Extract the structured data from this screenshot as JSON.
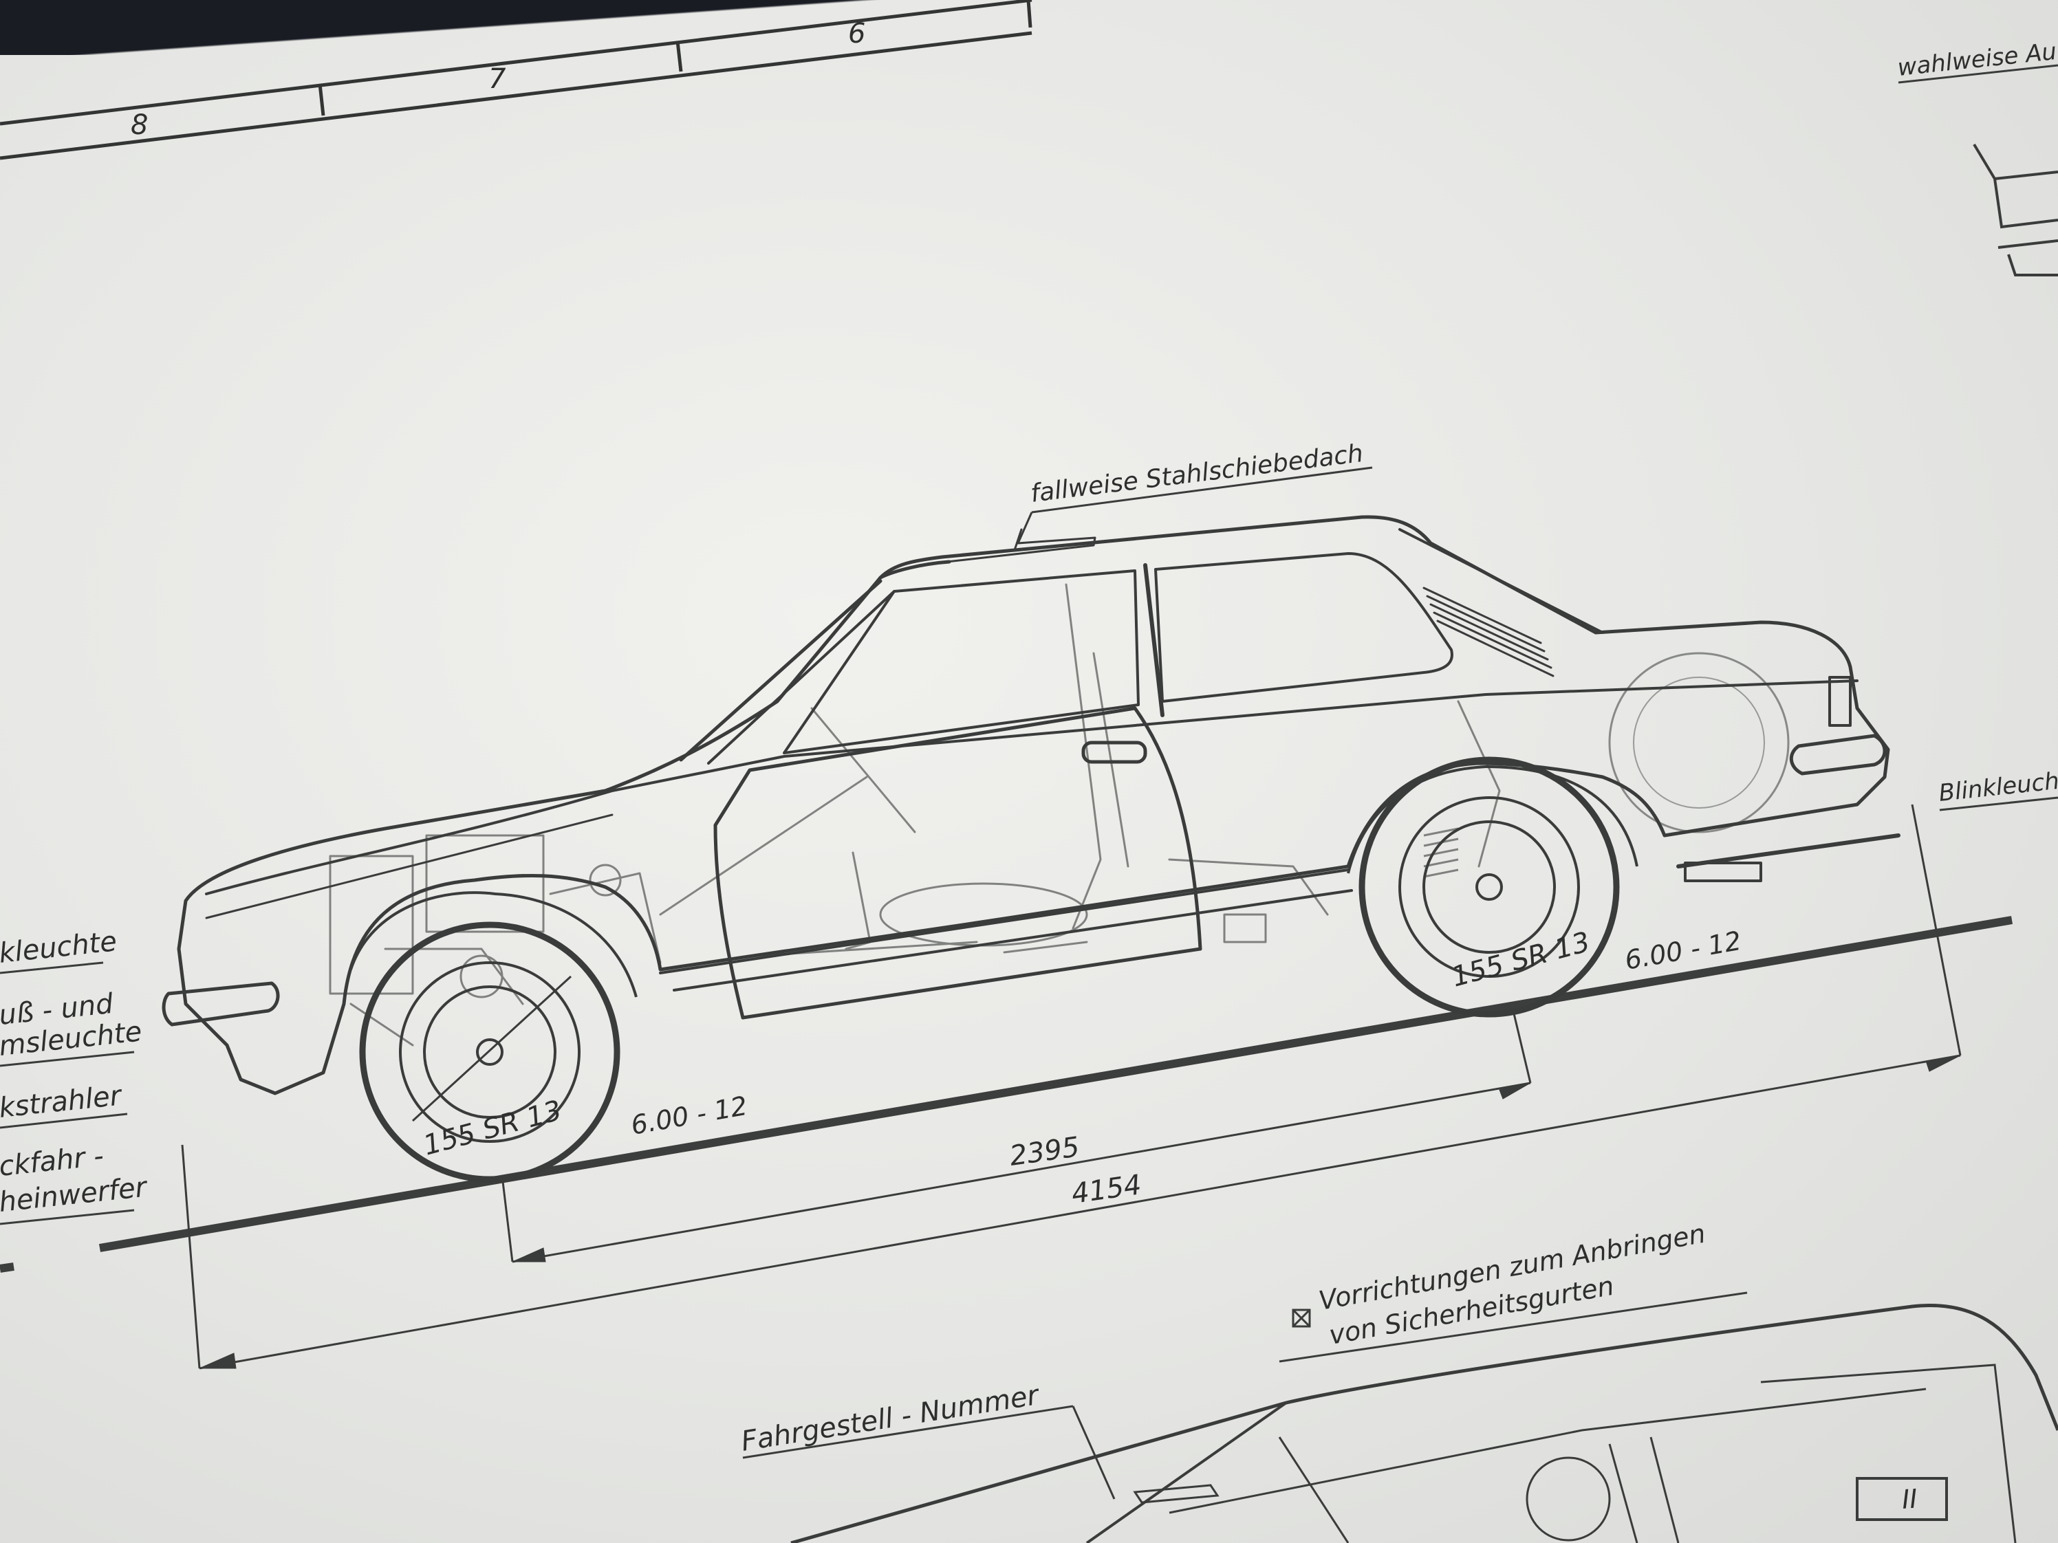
{
  "ruler": {
    "numbers": [
      "8",
      "7",
      "6"
    ]
  },
  "labels": {
    "wahlweise": "wahlweise Au",
    "stahlschiebedach": "fallweise Stahlschiebedach",
    "blinkleuchte": "Blinkleuch",
    "left_1": "kleuchte",
    "left_2a": "uß - und",
    "left_2b": "msleuchte",
    "left_3": "kstrahler",
    "left_4a": "ckfahr -",
    "left_4b": "heinwerfer",
    "sicherheitsgurte_a": "Vorrichtungen zum Anbringen",
    "sicherheitsgurte_b": "von Sicherheitsgurten",
    "fahrgestell": "Fahrgestell - Nummer",
    "roman_numeral": "II"
  },
  "tires": {
    "front_tire": "155 SR 13",
    "rear_tire": "155 SR 13",
    "front_rim": "6.00 - 12",
    "rear_rim": "6.00 - 12"
  },
  "dimensions": {
    "wheelbase": "2395",
    "length": "4154"
  }
}
